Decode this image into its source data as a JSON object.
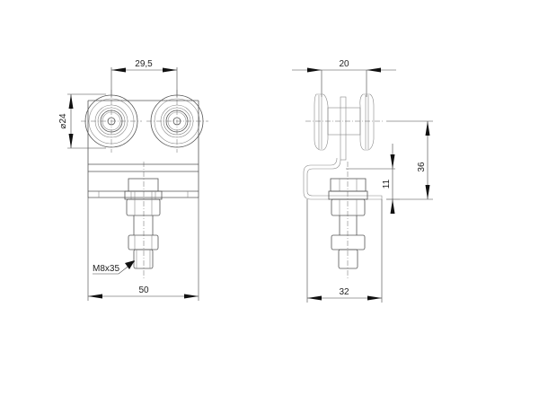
{
  "drawing": {
    "front_view": {
      "dim_wheel_spacing": "29,5",
      "dim_wheel_diameter": "⌀24",
      "dim_width": "50",
      "bolt_label": "M8x35"
    },
    "side_view": {
      "dim_wheel_width": "20",
      "dim_depth": "32",
      "dim_height_total": "36",
      "dim_height_bracket": "11"
    }
  }
}
